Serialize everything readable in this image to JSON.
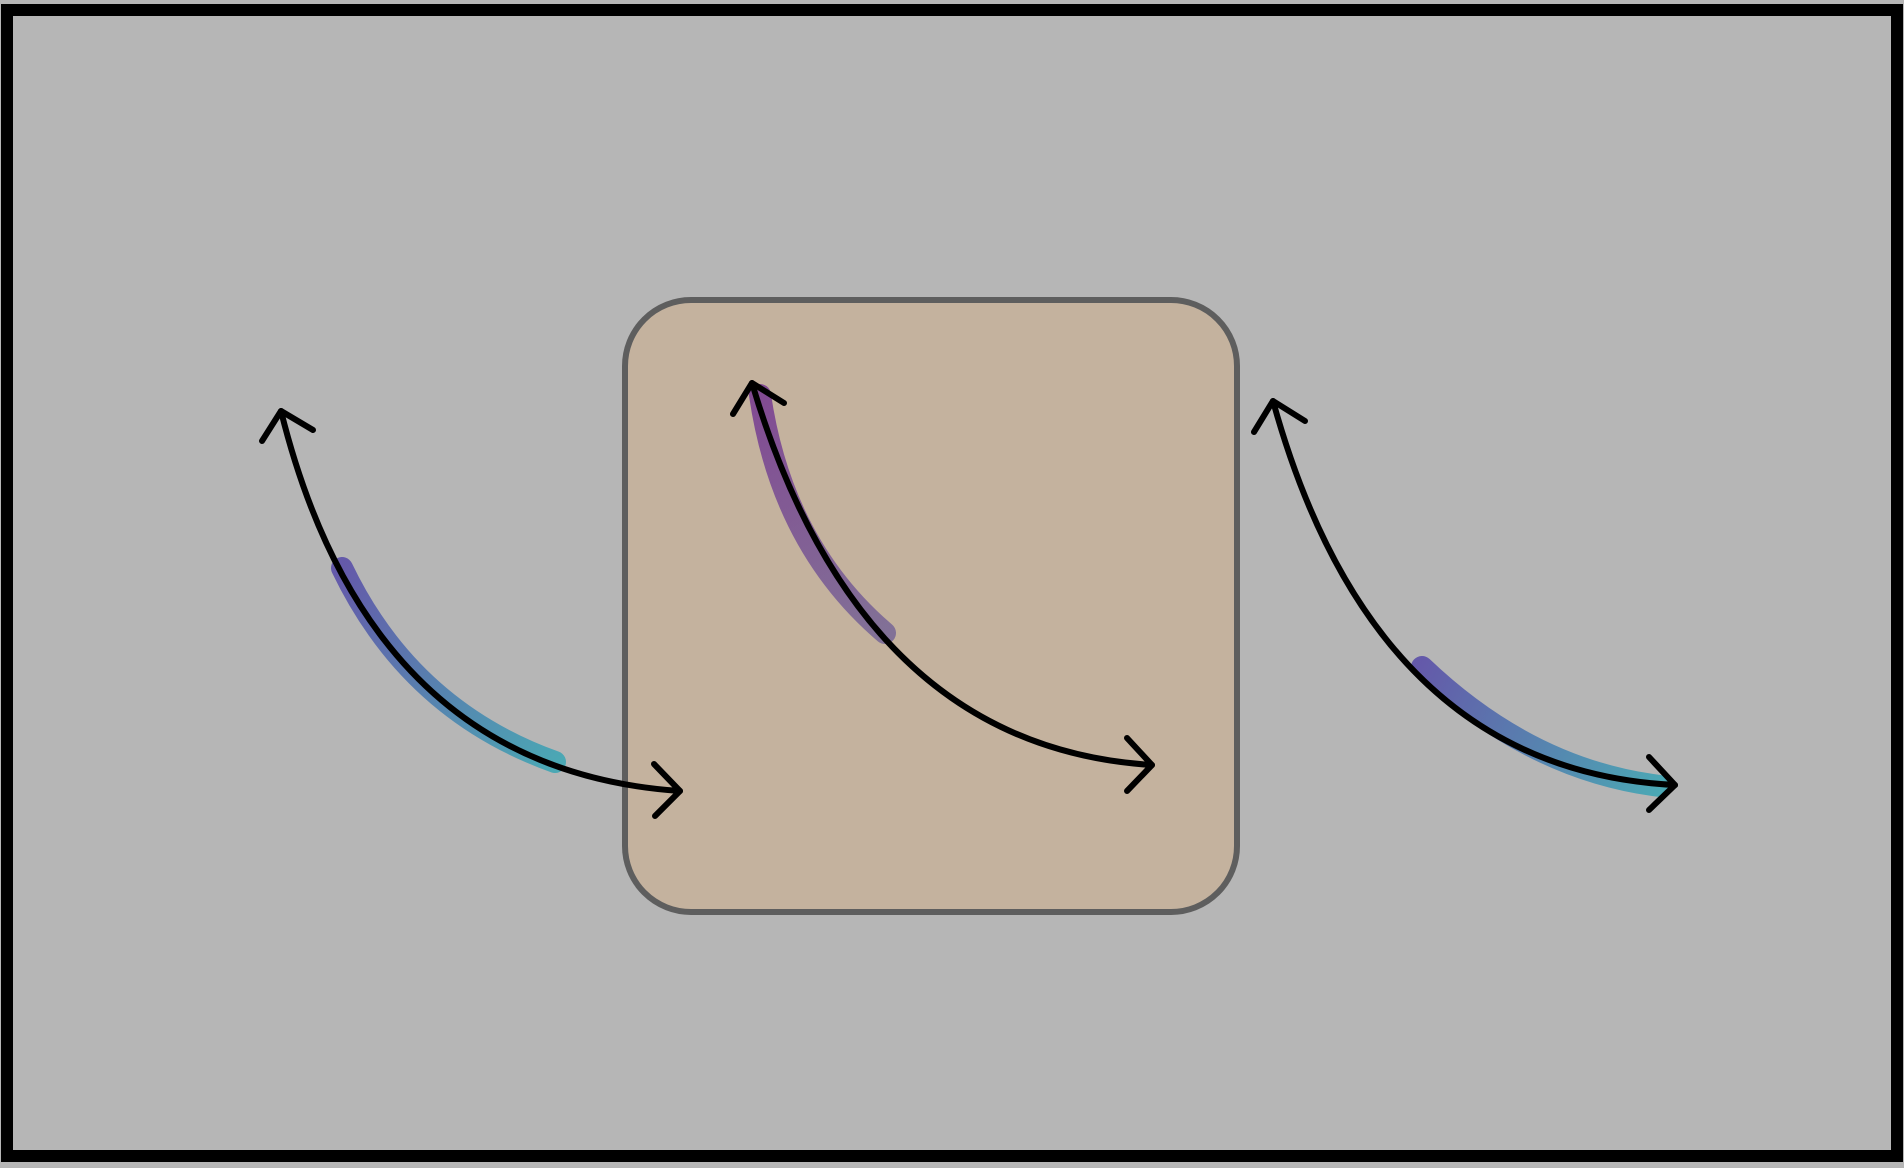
{
  "canvas": {
    "background": "#b6b6b6",
    "frame_color": "#000000"
  },
  "center_box": {
    "fill": "#c4b29e",
    "stroke": "#5e5e5e"
  },
  "arrows": [
    {
      "name": "left-curved-arrow",
      "direction": "bidirectional",
      "highlight": {
        "from": "#5b4fa8",
        "to": "#3fa6b4"
      }
    },
    {
      "name": "center-curved-arrow",
      "direction": "bidirectional",
      "highlight": {
        "from": "#7a3e91",
        "to": "#7a6a96"
      }
    },
    {
      "name": "right-curved-arrow",
      "direction": "bidirectional",
      "highlight": {
        "from": "#5b4fa8",
        "to": "#3fa6b4"
      }
    }
  ],
  "arrow_color": "#000000"
}
